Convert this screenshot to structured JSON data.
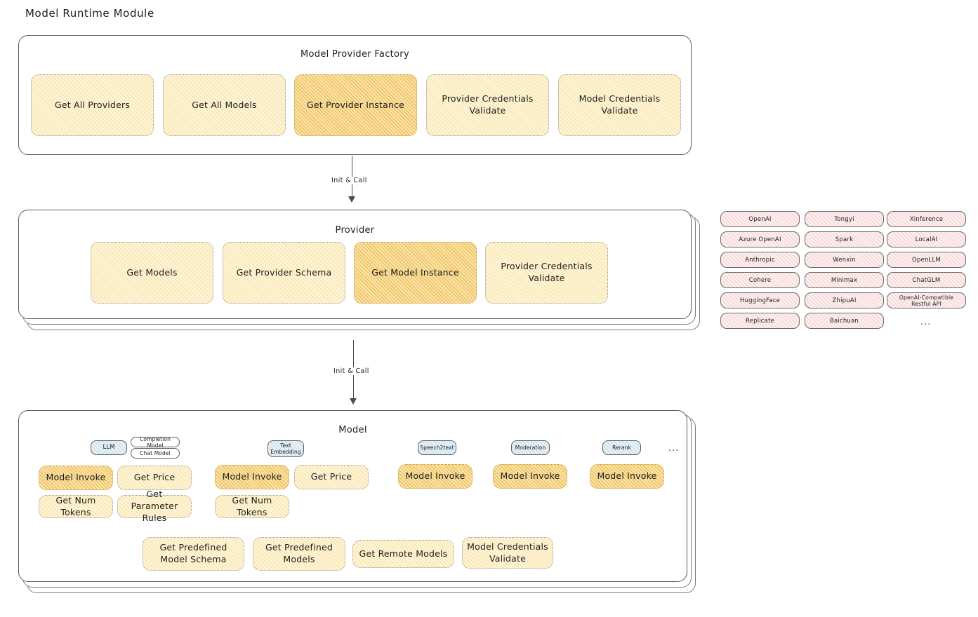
{
  "diagram": {
    "title": "Model Runtime Module"
  },
  "factory": {
    "title": "Model Provider Factory",
    "items": [
      {
        "label": "Get All Providers",
        "highlight": false
      },
      {
        "label": "Get All Models",
        "highlight": false
      },
      {
        "label": "Get Provider Instance",
        "highlight": true
      },
      {
        "label": "Provider Credentials Validate",
        "highlight": false
      },
      {
        "label": "Model Credentials Validate",
        "highlight": false
      }
    ]
  },
  "arrows": [
    {
      "label": "Init & Call"
    },
    {
      "label": "Init & Call"
    }
  ],
  "provider": {
    "title": "Provider",
    "items": [
      {
        "label": "Get Models",
        "highlight": false
      },
      {
        "label": "Get Provider Schema",
        "highlight": false
      },
      {
        "label": "Get Model Instance",
        "highlight": true
      },
      {
        "label": "Provider Credentials Validate",
        "highlight": false
      }
    ]
  },
  "provider_list": {
    "columns": [
      [
        "OpenAI",
        "Azure OpenAI",
        "Anthropic",
        "Cohere",
        "HuggingFace",
        "Replicate"
      ],
      [
        "Tongyi",
        "Spark",
        "Wenxin",
        "Minimax",
        "ZhipuAI",
        "Baichuan"
      ],
      [
        "Xinference",
        "LocalAI",
        "OpenLLM",
        "ChatGLM",
        "OpenAI-Compatible Restful API"
      ]
    ],
    "more": "..."
  },
  "model": {
    "title": "Model",
    "more": "...",
    "types": [
      {
        "name": "LLM",
        "tag_style": "blue",
        "subtags": [
          "Completion Model",
          "Chat Model"
        ],
        "methods": [
          {
            "label": "Model Invoke",
            "highlight": true
          },
          {
            "label": "Get Price",
            "highlight": false
          },
          {
            "label": "Get Num Tokens",
            "highlight": false
          },
          {
            "label": "Get Parameter Rules",
            "highlight": false
          }
        ]
      },
      {
        "name": "Text Embedding",
        "tag_style": "blue",
        "subtags": [],
        "methods": [
          {
            "label": "Model Invoke",
            "highlight": true
          },
          {
            "label": "Get Price",
            "highlight": false
          },
          {
            "label": "Get Num Tokens",
            "highlight": false
          }
        ]
      },
      {
        "name": "Speech2text",
        "tag_style": "blue",
        "subtags": [],
        "methods": [
          {
            "label": "Model Invoke",
            "highlight": true
          }
        ]
      },
      {
        "name": "Moderation",
        "tag_style": "blue",
        "subtags": [],
        "methods": [
          {
            "label": "Model Invoke",
            "highlight": true
          }
        ]
      },
      {
        "name": "Rerank",
        "tag_style": "blue",
        "subtags": [],
        "methods": [
          {
            "label": "Model Invoke",
            "highlight": true
          }
        ]
      }
    ],
    "common_methods": [
      {
        "label": "Get Predefined Model Schema"
      },
      {
        "label": "Get Predefined Models"
      },
      {
        "label": "Get Remote Models"
      },
      {
        "label": "Model Credentials Validate"
      }
    ]
  },
  "colors": {
    "fill_light": "#fdf4d7",
    "fill_strong": "#fbe3ab",
    "fill_pink": "#fdeeee",
    "fill_blue": "#e7f1f8",
    "stroke": "#5c5c5c",
    "text": "#1e1e1e"
  }
}
